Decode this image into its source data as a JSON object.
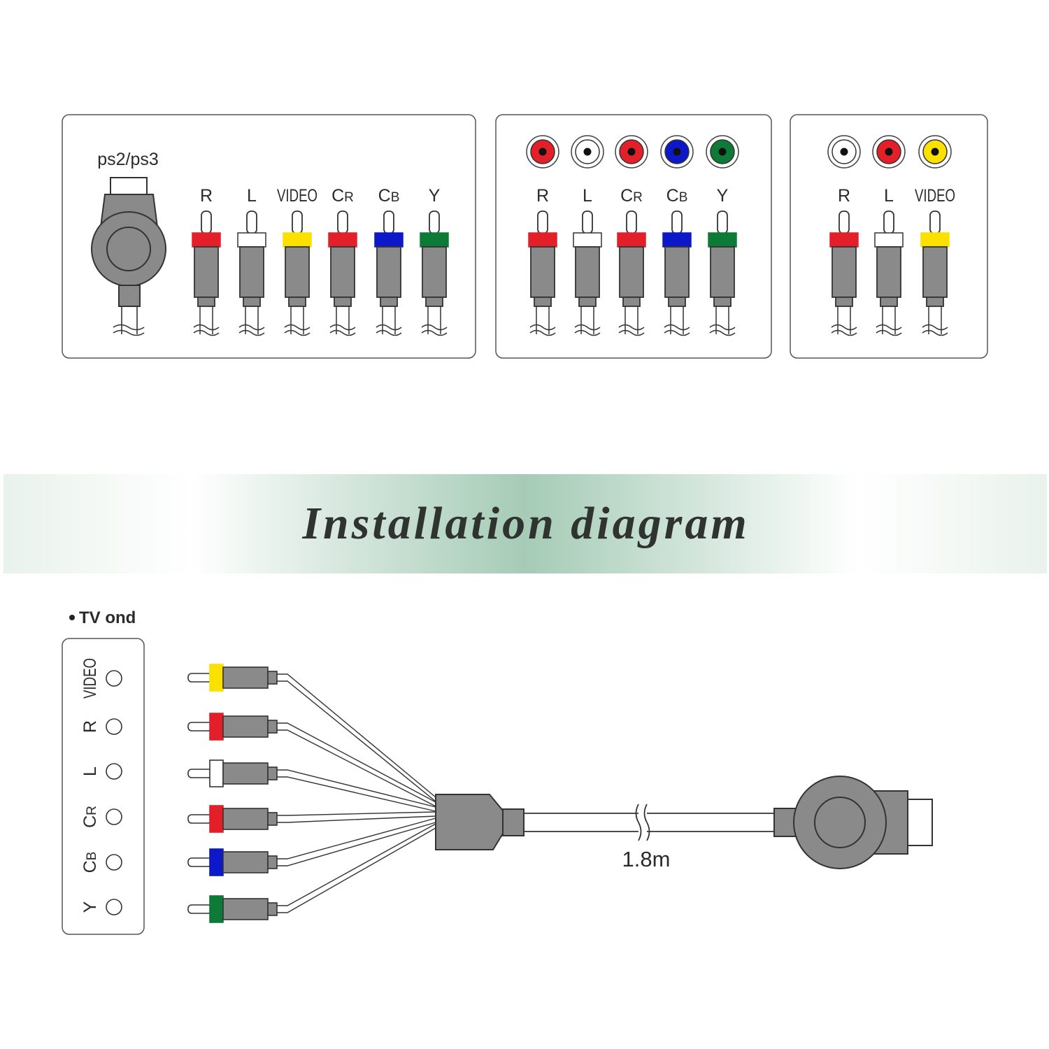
{
  "colors": {
    "red": "#e3202a",
    "white": "#ffffff",
    "yellow": "#fbe000",
    "blue": "#0d19c8",
    "green": "#0e7a37",
    "plug_gray": "#8a8a8a",
    "outline": "#333333",
    "banner_green": "#a7ccb8"
  },
  "panels": {
    "ps_cable": {
      "console_label": "ps2/ps3",
      "plugs": [
        {
          "label": "R",
          "color": "red"
        },
        {
          "label": "L",
          "color": "white"
        },
        {
          "label": "VIDEO",
          "color": "yellow"
        },
        {
          "label": "C",
          "sub": "R",
          "color": "red"
        },
        {
          "label": "C",
          "sub": "B",
          "color": "blue"
        },
        {
          "label": "Y",
          "color": "green"
        }
      ]
    },
    "component_tv": {
      "jacks": [
        "red",
        "white",
        "red",
        "blue",
        "green"
      ],
      "plugs": [
        {
          "label": "R",
          "color": "red"
        },
        {
          "label": "L",
          "color": "white"
        },
        {
          "label": "C",
          "sub": "R",
          "color": "red"
        },
        {
          "label": "C",
          "sub": "B",
          "color": "blue"
        },
        {
          "label": "Y",
          "color": "green"
        }
      ]
    },
    "composite_tv": {
      "jacks": [
        "white",
        "red",
        "yellow"
      ],
      "plugs": [
        {
          "label": "R",
          "color": "red"
        },
        {
          "label": "L",
          "color": "white"
        },
        {
          "label": "VIDEO",
          "color": "yellow"
        }
      ]
    }
  },
  "banner": {
    "title": "Installation diagram"
  },
  "install": {
    "tv_end_label": "TV ond",
    "tv_ports": [
      {
        "label": "VIDEO"
      },
      {
        "label": "R"
      },
      {
        "label": "L"
      },
      {
        "label": "C",
        "sub": "R"
      },
      {
        "label": "C",
        "sub": "B"
      },
      {
        "label": "Y"
      }
    ],
    "cable_plugs": [
      "yellow",
      "red",
      "white",
      "red",
      "blue",
      "green"
    ],
    "cable_length": "1.8m"
  }
}
